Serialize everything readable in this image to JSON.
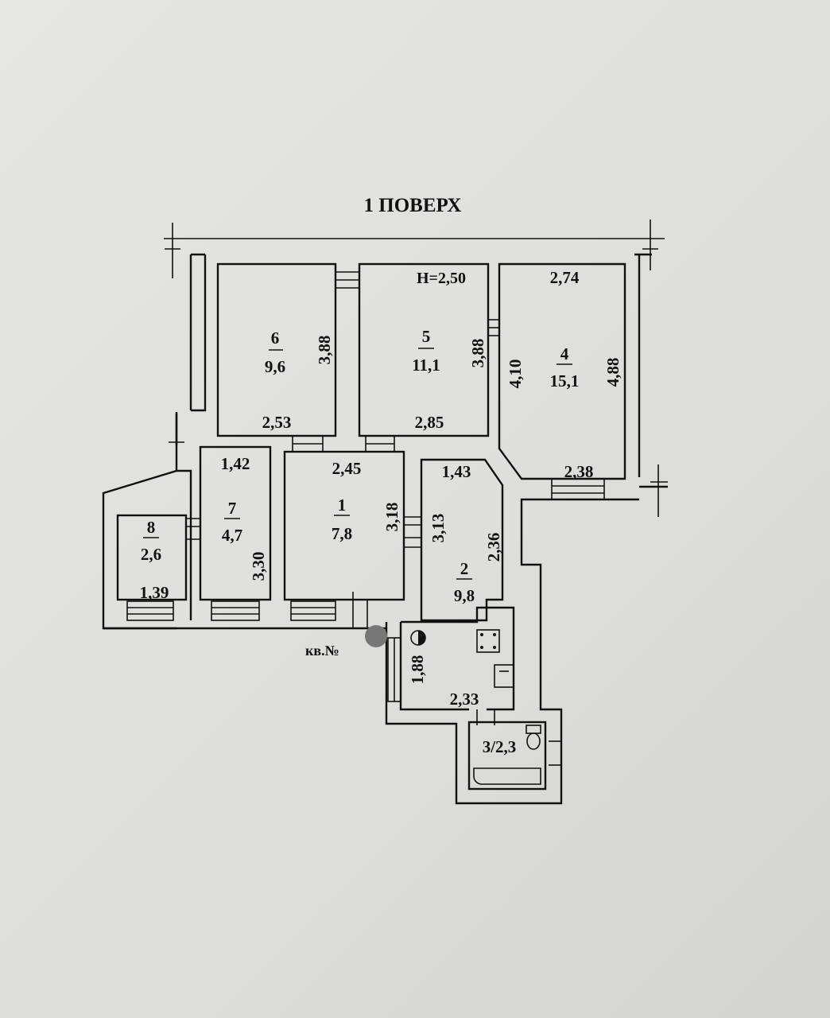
{
  "floor_title": "1 ПОВЕРХ",
  "ceiling_height": "H=2,50",
  "apartment_label": "кв.№",
  "rooms": [
    {
      "number": "1",
      "area": "7,8",
      "width": "2,45",
      "depth": "3,18"
    },
    {
      "number": "2",
      "area": "9,8",
      "width": "1,43",
      "depth": "3,13",
      "depth2": "2,36"
    },
    {
      "number": "4",
      "area": "15,1",
      "width": "2,74",
      "width2": "2,38",
      "depth": "4,88",
      "depth2": "4,10"
    },
    {
      "number": "5",
      "area": "11,1",
      "width": "2,85",
      "depth": "3,88"
    },
    {
      "number": "6",
      "area": "9,6",
      "width": "2,53",
      "depth": "3,88"
    },
    {
      "number": "7",
      "area": "4,7",
      "width": "1,42",
      "depth": "3,30"
    },
    {
      "number": "8",
      "area": "2,6",
      "width": "1,39"
    }
  ],
  "kitchen": {
    "width": "2,33",
    "depth": "1,88"
  },
  "bathroom": {
    "label": "3/2,3"
  },
  "colors": {
    "ink": "#111111",
    "paper": "#e4e4e2",
    "marker": "#777777"
  }
}
